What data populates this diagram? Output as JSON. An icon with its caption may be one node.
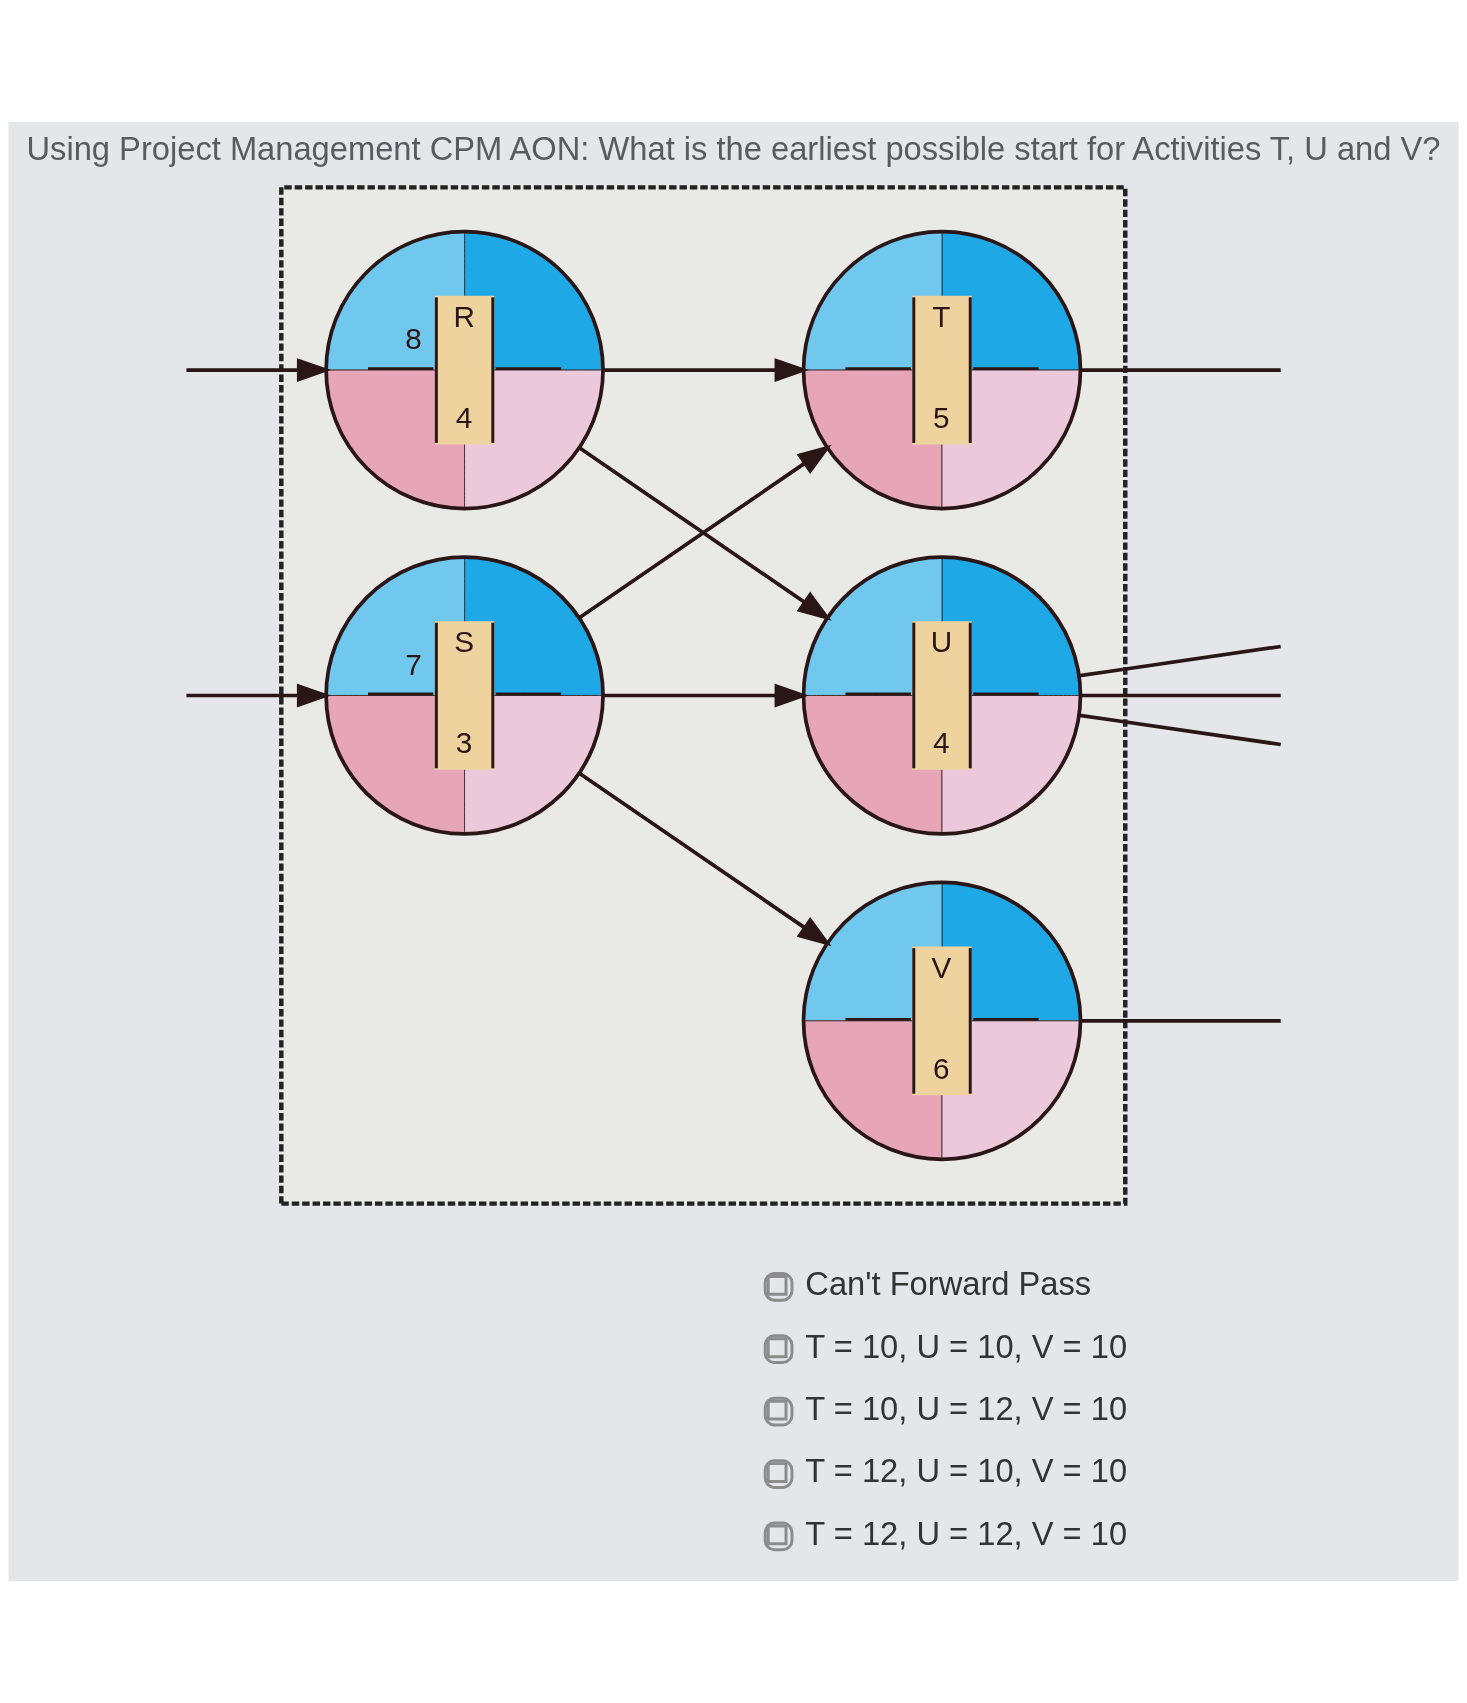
{
  "diagram": {
    "title": "Using Project Management CPM AON: What is the earliest possible start for Activities T, U and V?",
    "nodes": [
      {
        "text": [],
        "shape": "box"
      },
      {
        "text": [
          "8",
          "R",
          "4"
        ],
        "in": 0
      },
      {
        "text": [
          "7",
          "S",
          "3"
        ],
        "in": 0
      },
      {
        "text": [
          "T",
          "5"
        ],
        "in": 0
      },
      {
        "text": [
          "U",
          "4"
        ],
        "in": 0
      },
      {
        "text": [
          "V",
          "6"
        ],
        "in": 0
      }
    ],
    "edges": [
      {
        "from": null,
        "to": 1,
        "arrow": "to"
      },
      {
        "from": null,
        "to": 2,
        "arrow": "to"
      },
      {
        "from": 1,
        "to": 3,
        "arrow": "to"
      },
      {
        "from": 1,
        "to": 4,
        "arrow": "to"
      },
      {
        "from": 2,
        "to": 3,
        "arrow": "to"
      },
      {
        "from": 2,
        "to": 4,
        "arrow": "to"
      },
      {
        "from": 2,
        "to": 5,
        "arrow": "to"
      },
      {
        "from": 3,
        "to": null,
        "arrow": "none"
      },
      {
        "from": 4,
        "to": null,
        "arrow": "none"
      },
      {
        "from": 4,
        "to": null,
        "arrow": "none"
      },
      {
        "from": 4,
        "to": null,
        "arrow": "none"
      },
      {
        "from": 5,
        "to": null,
        "arrow": "none"
      }
    ],
    "labels": [
      "Can't Forward Pass",
      "T = 10, U = 10, V = 10",
      "T = 10, U = 12, V = 10",
      "T = 12, U = 10, V = 10",
      "T = 12, U = 12, V = 10"
    ]
  }
}
